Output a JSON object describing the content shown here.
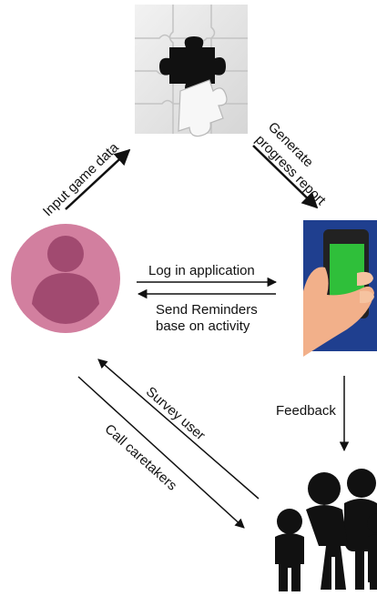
{
  "nodes": {
    "puzzle": {
      "icon": "jigsaw-puzzle-icon",
      "missing_piece_color": "#111111",
      "tile_color": "#e9e9e9"
    },
    "user": {
      "icon": "user-avatar-icon",
      "circle_color": "#d27f9f",
      "figure_color": "#a14a70"
    },
    "phone": {
      "icon": "smartphone-in-hand-icon",
      "background_color": "#1f3f8f",
      "screen_color": "#2fbf3a"
    },
    "caretakers": {
      "icon": "family-group-icon",
      "color": "#111111"
    }
  },
  "edges": {
    "input_game_data": "Input game data",
    "generate_progress_report": [
      "Generate",
      "progress report"
    ],
    "log_in_application": "Log in application",
    "send_reminders": [
      "Send Reminders",
      "base on activity"
    ],
    "feedback": "Feedback",
    "survey_user": "Survey user",
    "call_caretakers": "Call caretakers"
  }
}
